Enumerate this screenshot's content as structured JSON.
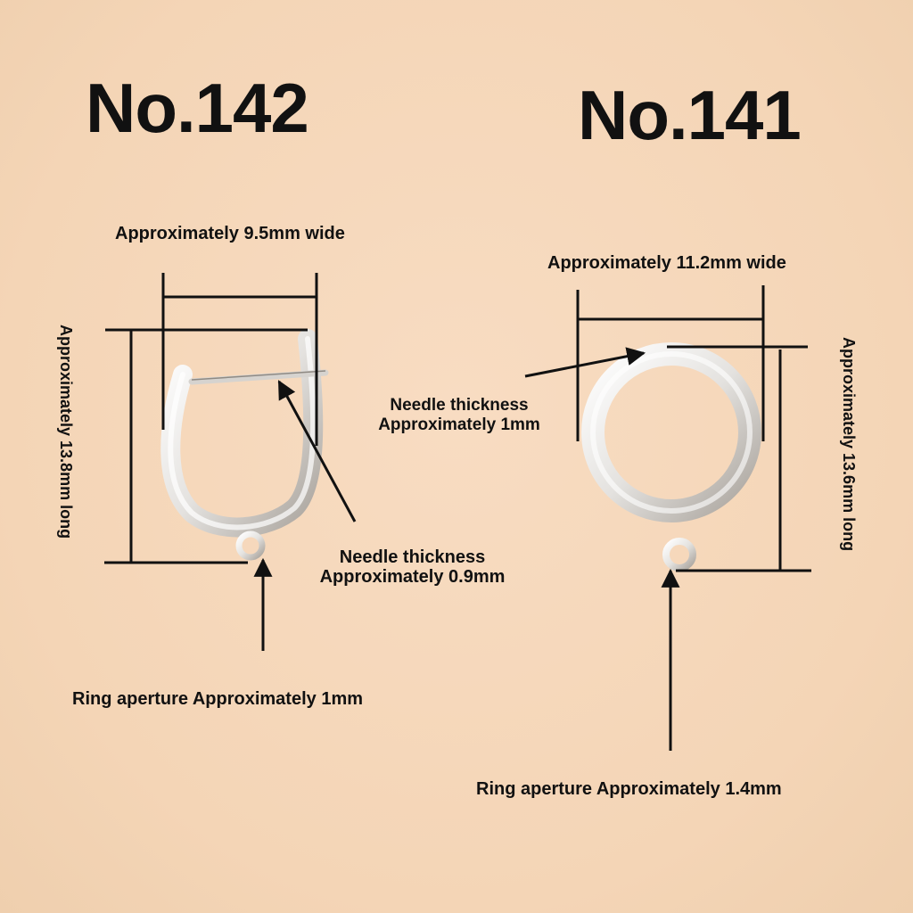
{
  "products": [
    {
      "id": "no142",
      "title": "No.142",
      "width_label": "Approximately 9.5mm wide",
      "length_label": "Approximately 13.8mm long",
      "needle_label": [
        "Needle thickness",
        "Approximately 0.9mm"
      ],
      "ring_label": "Ring aperture Approximately 1mm",
      "shape": "lever-back U hoop"
    },
    {
      "id": "no141",
      "title": "No.141",
      "width_label": "Approximately 11.2mm wide",
      "length_label": "Approximately 13.6mm long",
      "needle_label": [
        "Needle thickness",
        "Approximately 1mm"
      ],
      "ring_label": "Ring aperture Approximately 1.4mm",
      "shape": "round huggie hoop"
    }
  ],
  "colors": {
    "background": "#f6d9bd",
    "text": "#111111",
    "metal": "#eeeeee",
    "metal_shadow": "#b9b4ae"
  }
}
